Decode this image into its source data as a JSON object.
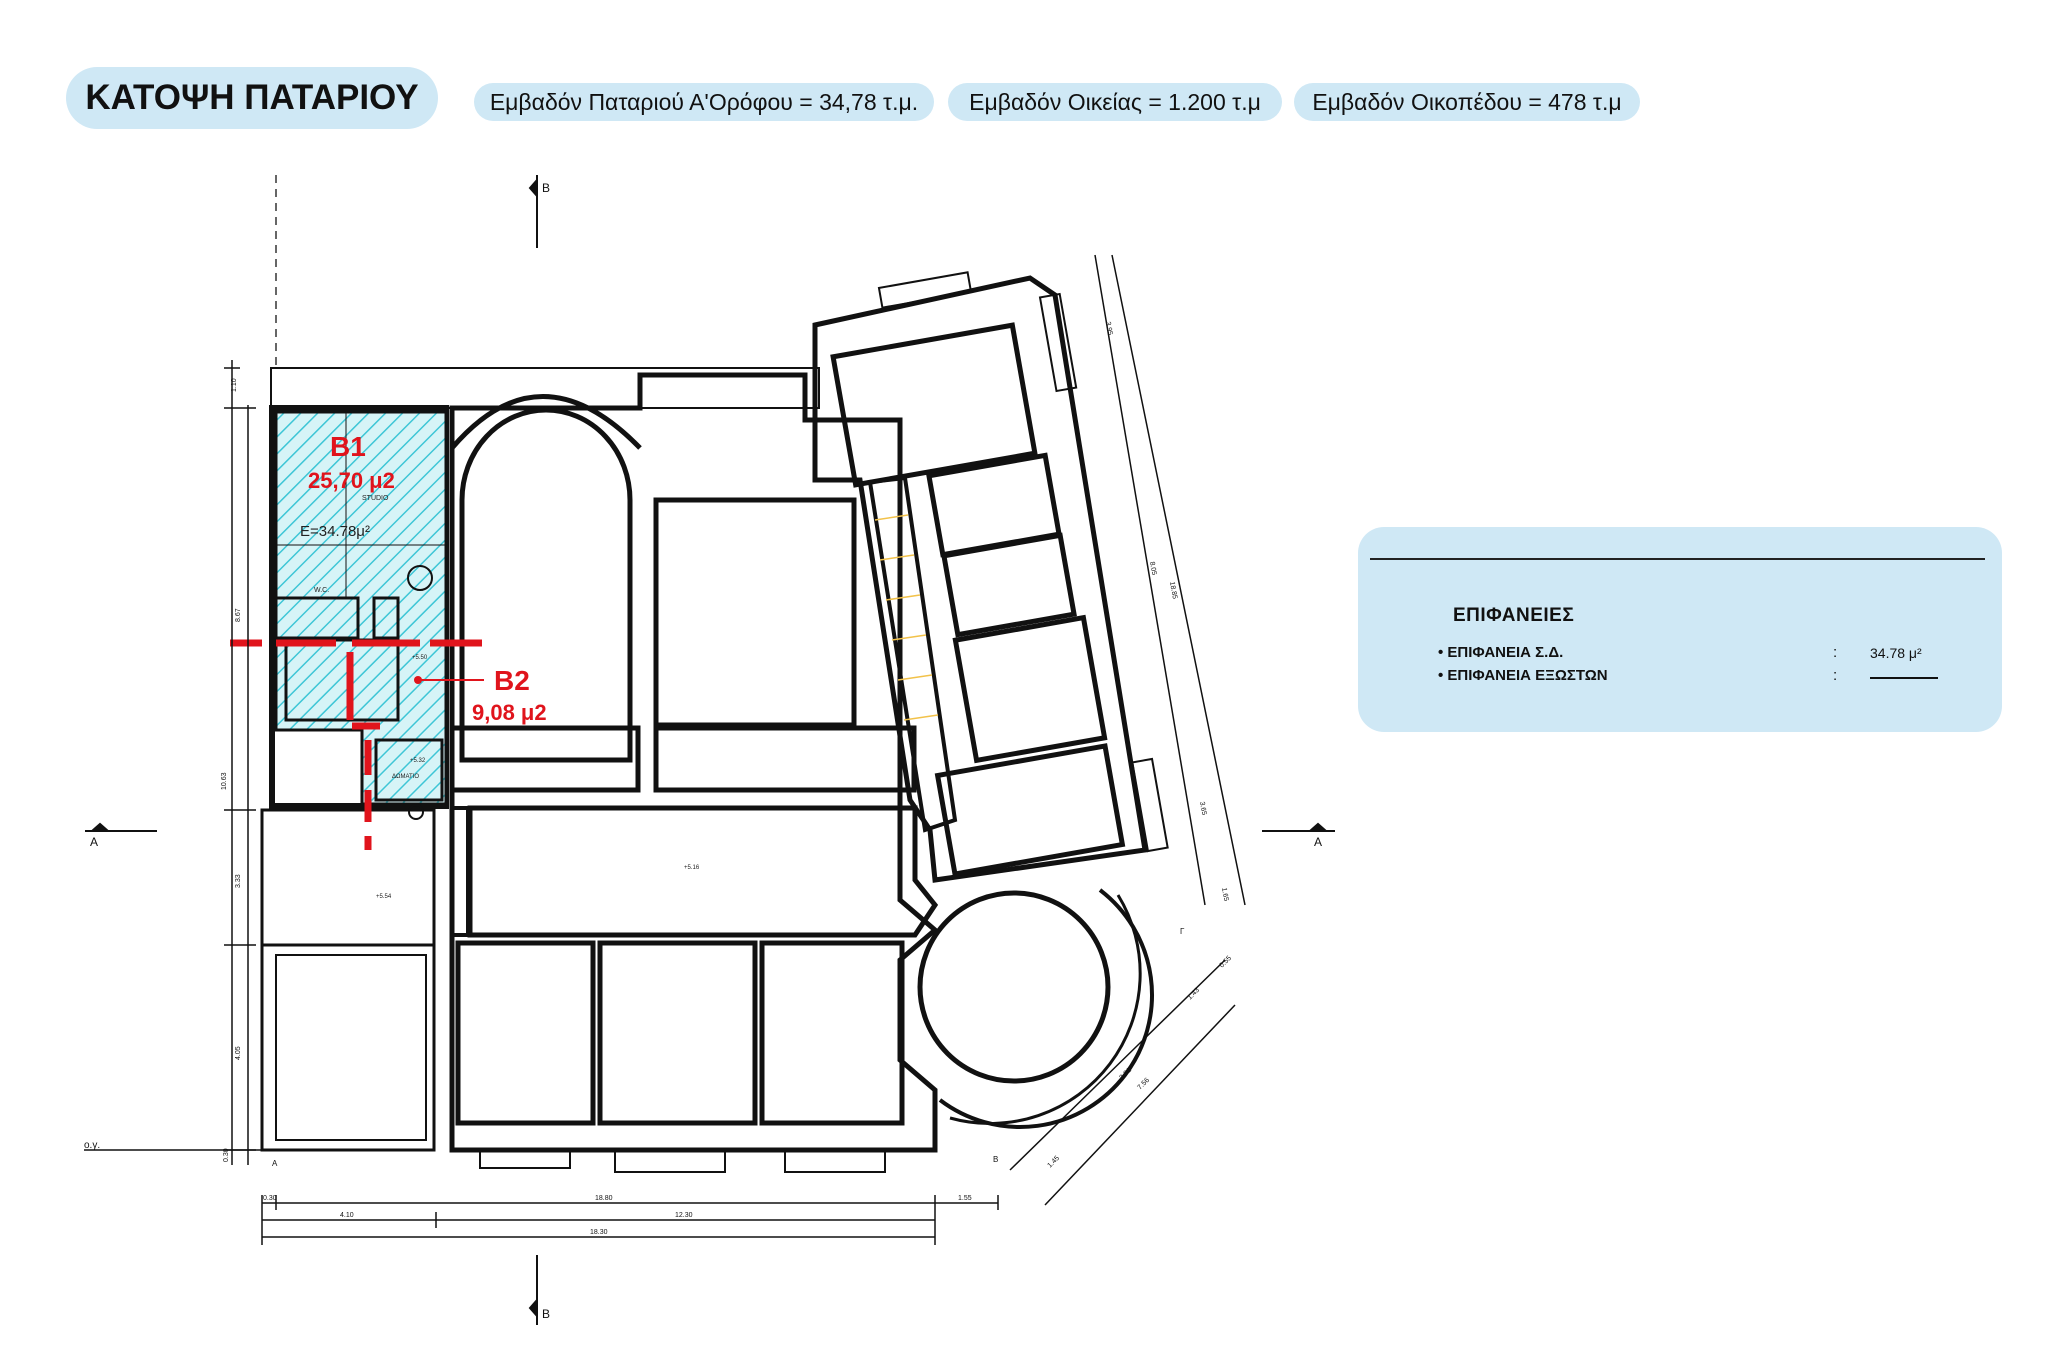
{
  "header": {
    "title": "ΚΑΤΟΨΗ ΠΑΤΑΡΙΟΥ",
    "mezzanine_area": "Εμβαδόν Παταριού Α'Ορόφου = 34,78 τ.μ.",
    "house_area": "Εμβαδόν Οικείας = 1.200 τ.μ",
    "plot_area": "Εμβαδόν Οικοπέδου =  478 τ.μ"
  },
  "legend": {
    "heading": "ΕΠΙΦΑΝΕΙΕΣ",
    "rows": [
      {
        "label": "• ΕΠΙΦΑΝΕΙΑ Σ.Δ.",
        "colon": ":",
        "value": "34.78 μ²"
      },
      {
        "label": "• ΕΠΙΦΑΝΕΙΑ ΕΞΩΣΤΩΝ",
        "colon": ":",
        "value": ""
      }
    ]
  },
  "plan": {
    "zone_b1": {
      "label": "B1",
      "area": "25,70 μ2"
    },
    "zone_b2": {
      "label": "B2",
      "area": "9,08 μ2"
    },
    "studio_label": "STUDIO",
    "area_note": "E=34.78μ²",
    "wc_label": "W.C.",
    "room_label": "ΔΩΜΑΤΙΟ",
    "section_b": "B",
    "section_a": "A",
    "ground_label": "ο.γ.",
    "corner_a": "A",
    "corner_b": "B",
    "corner_g": "Γ",
    "elev_1": "+5.50",
    "elev_2": "+5.32",
    "elev_3": "+5.16",
    "elev_4": "+5.54",
    "dim_total_top": "18.80",
    "dim_left": "0.30",
    "dim_right": "1.55",
    "dim_a": "4.10",
    "dim_b": "12.30",
    "dim_total": "18.30",
    "dim_v1": "1.10",
    "dim_v2": "8.67",
    "dim_v3": "10.63",
    "dim_v4": "3.33",
    "dim_v5": "4.05",
    "dim_v6": "0.30",
    "dim_r1": "3.95",
    "dim_r2": "8.05",
    "dim_r3": "18.85",
    "dim_r4": "3.65",
    "dim_r5": "1.65",
    "dim_d1": "1.43",
    "dim_d2": "3.81",
    "dim_d3": "7.56",
    "dim_d4": "1.45",
    "dim_d5": "0.55"
  },
  "colors": {
    "pill_bg": "#cfe8f5",
    "hatch": "#3ec6d6",
    "zone_red": "#e0141c",
    "wall": "#111111"
  }
}
